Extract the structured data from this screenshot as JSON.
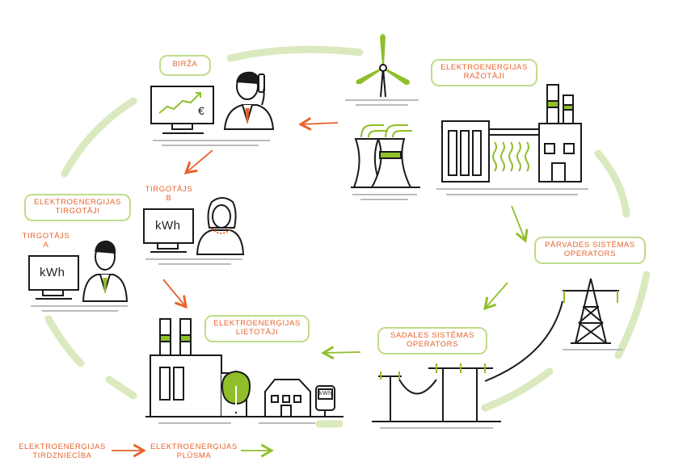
{
  "labels": {
    "birza": "BIRŽA",
    "producers_1": "ELEKTROENERĢIJAS",
    "producers_2": "RAŽOTĀJI",
    "traders_1": "ELEKTROENERĢIJAS",
    "traders_2": "TIRGOTĀJI",
    "trader_b_1": "TIRGOTĀJS",
    "trader_b_2": "B",
    "trader_a_1": "TIRGOTĀJS",
    "trader_a_2": "A",
    "tso_1": "PĀRVADES SISTĒMAS",
    "tso_2": "OPERATORS",
    "dso_1": "SADALES SISTĒMAS",
    "dso_2": "OPERATORS",
    "consumers_1": "ELEKTROENERĢIJAS",
    "consumers_2": "LIETOTĀJI"
  },
  "screens": {
    "kwh_a": "kWh",
    "kwh_b": "kWh",
    "kwh_meter": "kWh",
    "euro": "€"
  },
  "legend": {
    "trade_1": "ELEKTROENERĢIJAS",
    "trade_2": "TIRDZNIECĪBA",
    "flow_1": "ELEKTROENERĢIJAS",
    "flow_2": "PLŪSMA"
  },
  "colors": {
    "trade_arrow": "#e8612b",
    "flow_arrow": "#8fbf2a",
    "cycle_ring": "#dbe9bf",
    "outline": "#1a1a1a",
    "accent_green": "#8fbf2a",
    "pill_border": "#bfdc8a"
  }
}
